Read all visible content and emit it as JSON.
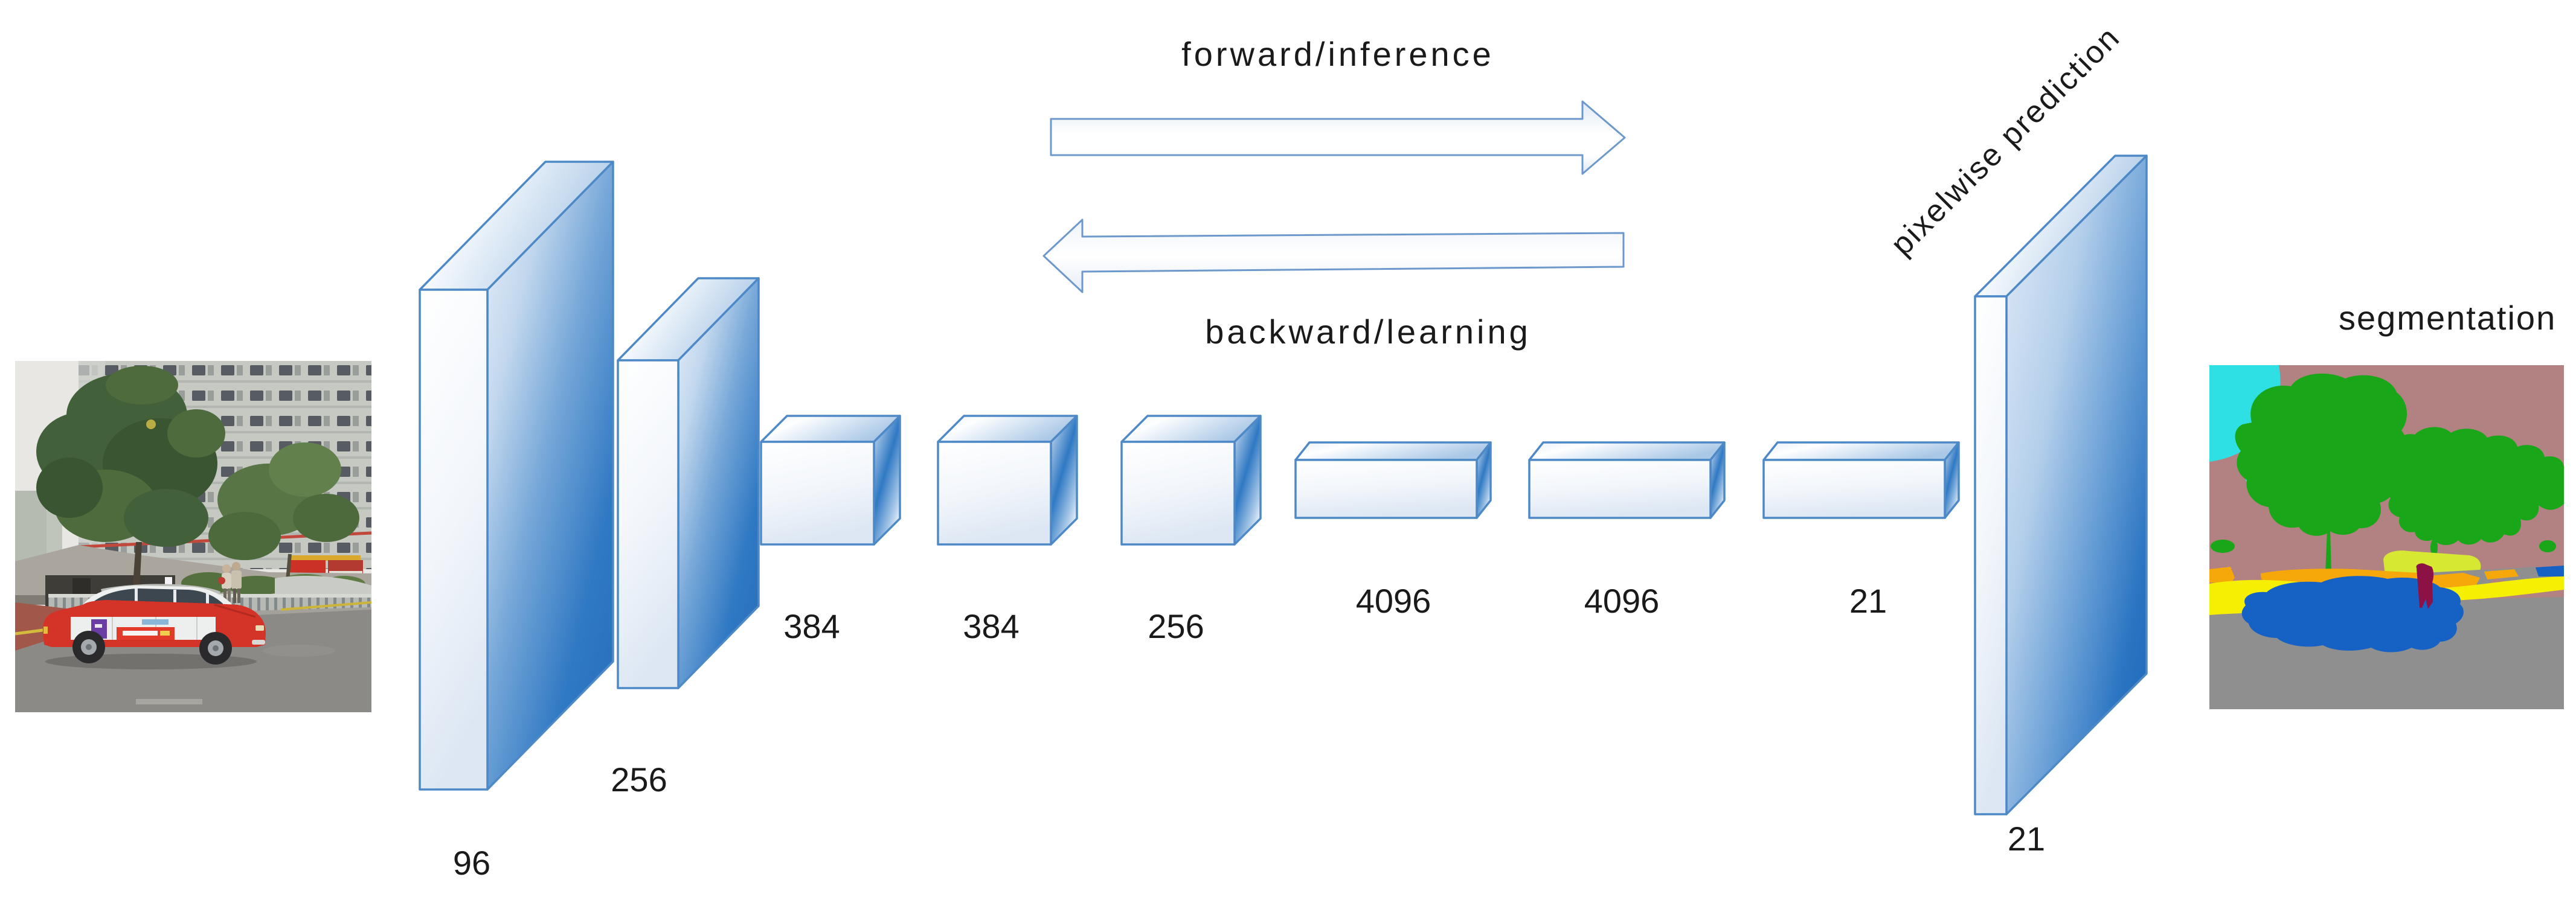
{
  "diagram": {
    "flow": {
      "forward_label": "forward/inference",
      "backward_label": "backward/learning"
    },
    "annotations": {
      "pixelwise_label": "pixelwise prediction",
      "segmentation_label": "segmentation"
    },
    "layers": [
      {
        "label": "96",
        "shape": "tall-slab"
      },
      {
        "label": "256",
        "shape": "tall-slab"
      },
      {
        "label": "384",
        "shape": "cube"
      },
      {
        "label": "384",
        "shape": "cube"
      },
      {
        "label": "256",
        "shape": "cube"
      },
      {
        "label": "4096",
        "shape": "flat-box"
      },
      {
        "label": "4096",
        "shape": "flat-box"
      },
      {
        "label": "21",
        "shape": "flat-box"
      },
      {
        "label": "21",
        "shape": "tall-slab"
      }
    ],
    "images": {
      "input": {
        "icon": "street-photo-image"
      },
      "output": {
        "icon": "segmentation-map-image"
      }
    },
    "colors": {
      "text": "#1a1a1a",
      "outline": "#4e89c7",
      "arrow_outline": "#6d98cb",
      "seg_background": "#b28181",
      "seg_sky": "#2ee0e4",
      "seg_tree": "#1aa619",
      "seg_lane": "#d7e833",
      "seg_sidewalk": "#f6a70a",
      "seg_curb": "#f5ef04",
      "seg_person": "#8c1245",
      "seg_car": "#1661c4",
      "seg_road": "#8f8f8f"
    }
  }
}
